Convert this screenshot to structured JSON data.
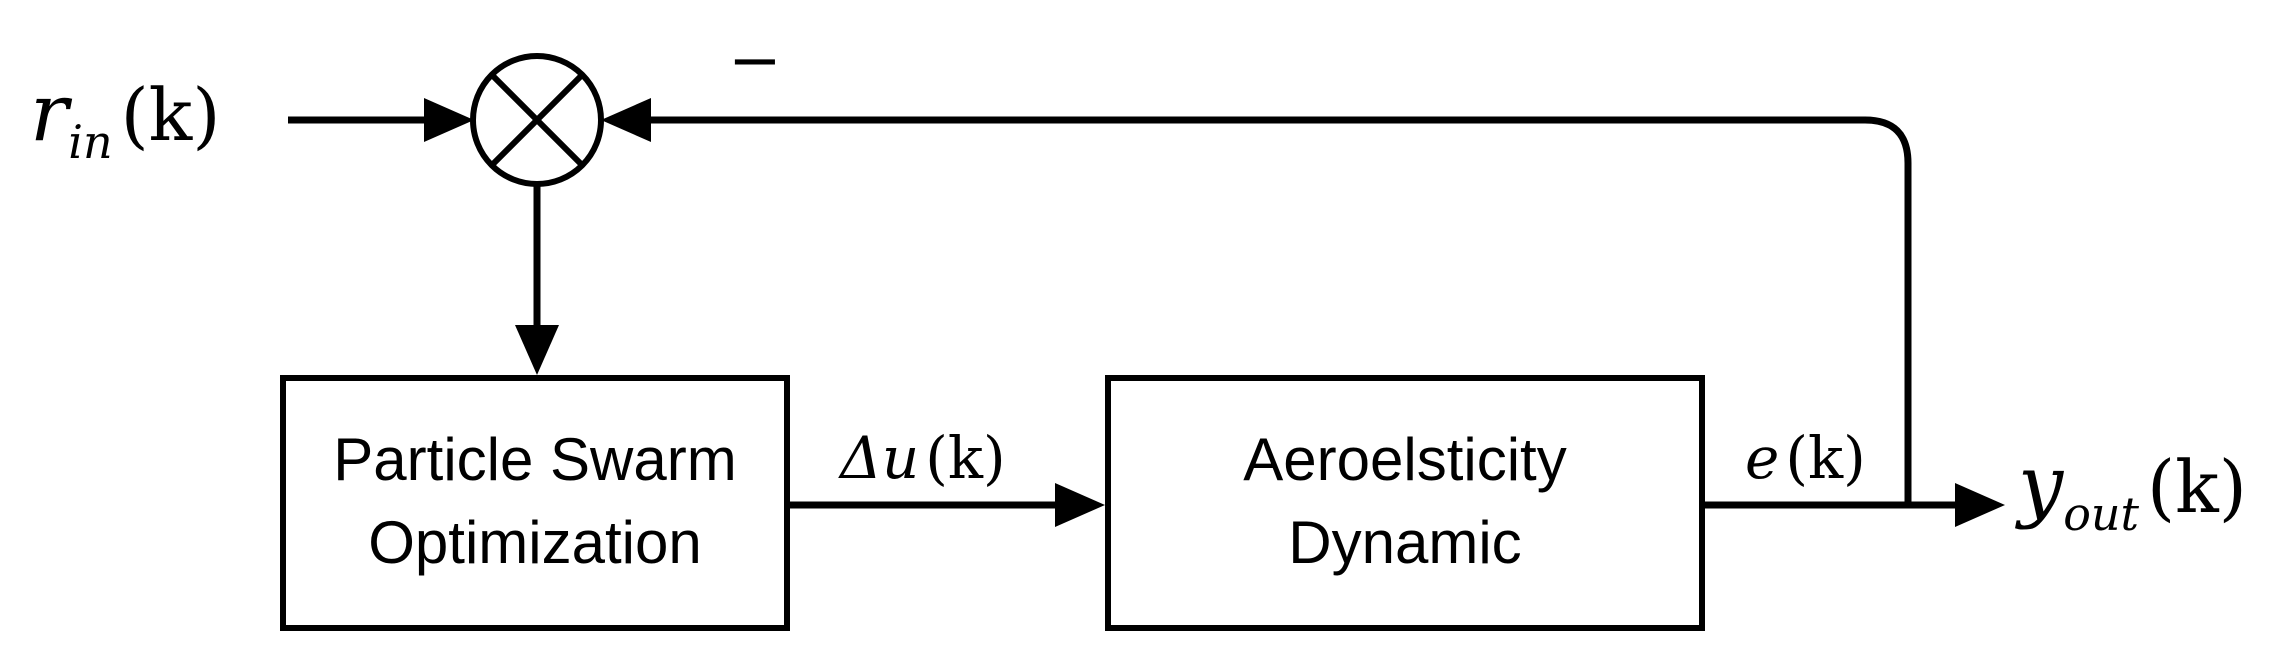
{
  "blocks": {
    "pso": {
      "line1": "Particle Swarm",
      "line2": "Optimization"
    },
    "aero": {
      "line1": "Aeroelsticity",
      "line2": "Dynamic"
    }
  },
  "signals": {
    "input": {
      "main": "r",
      "sub": "in",
      "arg": "(k)"
    },
    "control": {
      "main": "Δu",
      "arg": "(k)"
    },
    "error": {
      "main": "e",
      "arg": "(k)"
    },
    "output": {
      "main": "y",
      "sub": "out",
      "arg": "(k)"
    }
  },
  "summing_junction": {
    "feedback_sign": "−"
  }
}
